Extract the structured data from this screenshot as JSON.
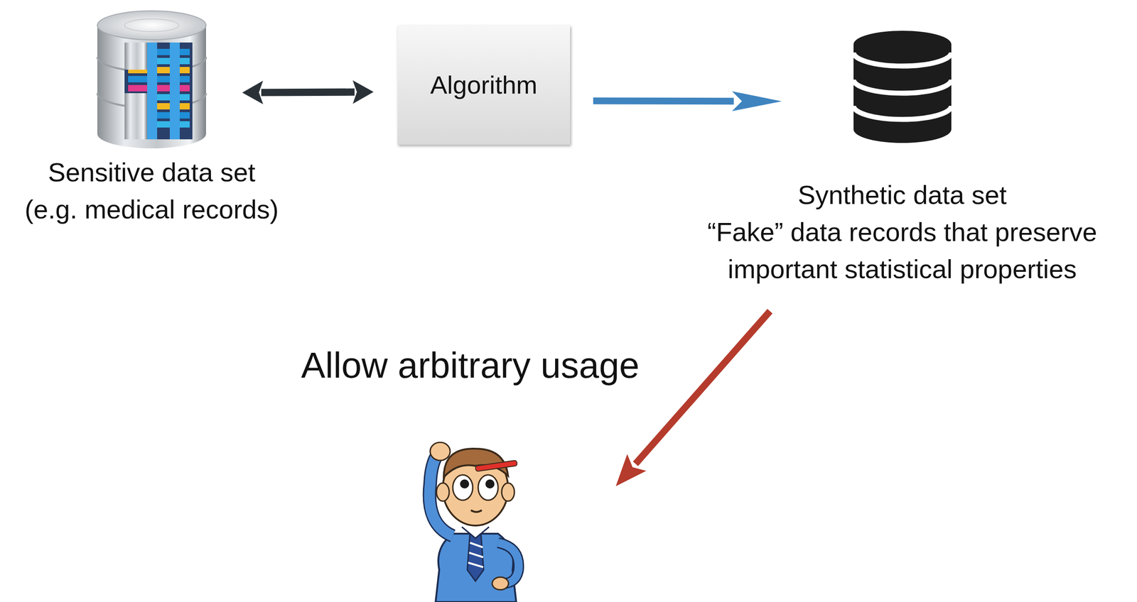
{
  "diagram": {
    "nodes": [
      {
        "text": [
          "Sensitive data set (e.g. medical records)"
        ]
      },
      {
        "text": [
          "Algorithm"
        ]
      },
      {
        "text": [
          "Synthetic data set",
          "“Fake” data records that preserve important statistical properties"
        ]
      },
      {
        "text": []
      }
    ],
    "edges": [
      {
        "from": 0,
        "to": 1,
        "arrow": "both"
      },
      {
        "from": 1,
        "to": 2,
        "arrow": "to"
      },
      {
        "from": 2,
        "to": 3,
        "arrow": "to"
      }
    ],
    "labels": [
      "Allow arbitrary usage"
    ]
  }
}
